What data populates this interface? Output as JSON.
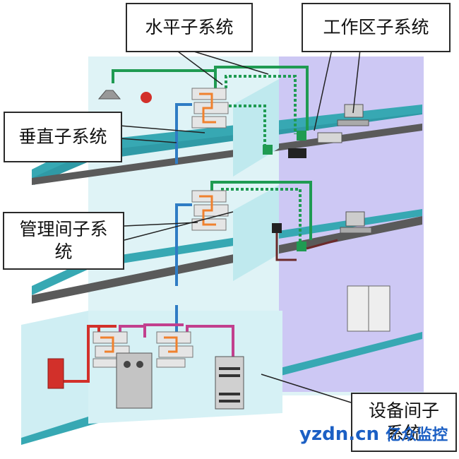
{
  "labels": {
    "horizontal_subsystem": "水平子系统",
    "work_area_subsystem": "工作区子系统",
    "vertical_subsystem": "垂直子系统",
    "admin_subsystem_line1": "管理间子系",
    "admin_subsystem_line2": "统",
    "equipment_room_line1": "设备间子",
    "equipment_room_line2": "系统"
  },
  "watermark": {
    "domain": "yzdn.cn",
    "brand": "亿众监控"
  },
  "colors": {
    "floor_top": "#2f9aa6",
    "floor_edge": "#5a5a5a",
    "wall_light": "#d6f1f5",
    "wall_purple": "#c9c4f2",
    "partition": "#bfe9ee",
    "cable_green": "#1f9b52",
    "cable_blue": "#2f7cc4",
    "cable_magenta": "#c2408e",
    "cable_red": "#d2302a",
    "cable_dark": "#6b2a2a",
    "patch_orange": "#f0812e"
  }
}
